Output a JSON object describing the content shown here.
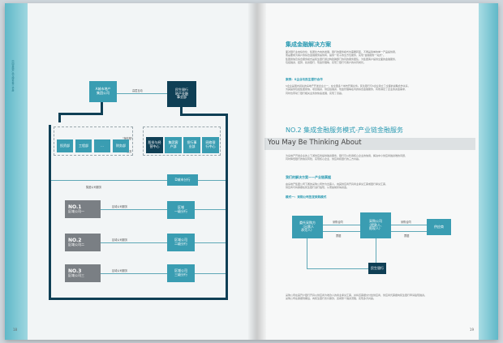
{
  "left": {
    "side_text": "中国金融产品与服务推介手册",
    "page_number": "18",
    "nodes": {
      "city_invest": "A城市地产\n集团公司",
      "bank_hq": "民生银行\n地产金融\n事业部",
      "city_branch": "D城市分行",
      "top_link": "高层互动",
      "dashed_label": "\"授信额\"",
      "service_label": "服务",
      "investor_tier1": [
        "投资部",
        "工程部",
        "…",
        "财务部"
      ],
      "bank_tier1": [
        "股份与经\n营中心",
        "集团客\n户部",
        "投行事\n业部",
        "网络银\n行中心"
      ],
      "supplier_links": [
        "集团公司服务",
        "区域公司服务",
        "区域公司服务",
        "区域公司服务"
      ],
      "companies": [
        {
          "no": "NO.1",
          "name": "区域公司一"
        },
        {
          "no": "NO.2",
          "name": "区域公司二"
        },
        {
          "no": "NO.3",
          "name": "区域公司三"
        }
      ],
      "branches": [
        "区域\n一级分行",
        "区域公司\n二级分行",
        "区域公司\n三级分行"
      ]
    }
  },
  "right": {
    "page_number": "19",
    "section_title": "集成金融解决方案",
    "intro": [
      "面对银行业向综合化、集团化方向的发展，银行的服务模式也需要转变，不再是简单的单一产品提供者，",
      "而是要成为客户的综合金融服务提供商，提供一揽子的全方位服务，实现“金融服务一站式”。",
      "集团授信及综合服务模式是民生银行通过构建跨部门协同的服务团队，为集团客户提供全面的金融服务，",
      "包括融资、结算、投资银行、现金管理等，实现了银行与客户的共同成长。"
    ],
    "case_title": "案例：S企业与民生银行合作",
    "case_text": [
      "S企业是国内领先的房地产开发企业之一，在全国多个城市开展业务。民生银行与S企业建立了全面的战略合作关系，",
      "为其提供包括集团授信、项目融资、供应链融资、现金管理等在内的综合金融服务，有效满足了企业的资金需求，",
      "同时也带动了银行相关业务的快速发展，实现了双赢。"
    ],
    "no2_title": "NO.2 集成金融服务模式-产业链金融服务",
    "english": "You May Be Thinking About",
    "no2_text": [
      "为房地产开发企业的上下游供应商提供融资服务，银行可以利用核心企业的信用，解决中小供应商融资难的问题，",
      "同时降低银行的信贷风险，实现核心企业、供应商和银行的三方共赢。"
    ],
    "solution_title": "我们的解决方案——产业链票据",
    "solution_text": [
      "由房地产集团公司下属的采购公司作为出票人，向其供应商开具商业承兑汇票或银行承兑汇票，",
      "供应商可将票据在民生银行进行贴现，从而提前获得资金。"
    ],
    "mode_title": "模式一：采购公司签发采购模式",
    "flow": {
      "left_box": "委托采购方\n（出票人\n承兑人）",
      "mid_box": "采购公司\n（提款人、\n贴现人）",
      "right_box": "供应商",
      "bottom_box": "民生银行",
      "arrow_top_left": "采购合同",
      "arrow_top_right": "采购合同",
      "arrow_bottom_left": "票据",
      "arrow_bottom_right": "票据"
    },
    "bottom_text": [
      "采购公司在其开户银行开具以供应商为收款人的商业承兑汇票，并将该票据交付给供应商，供应商凭票据向民生银行申请贴现融资。",
      "采购公司在票据到期后，向民生银行支付票款，完成整个融资流程，实现多方共赢。"
    ]
  }
}
